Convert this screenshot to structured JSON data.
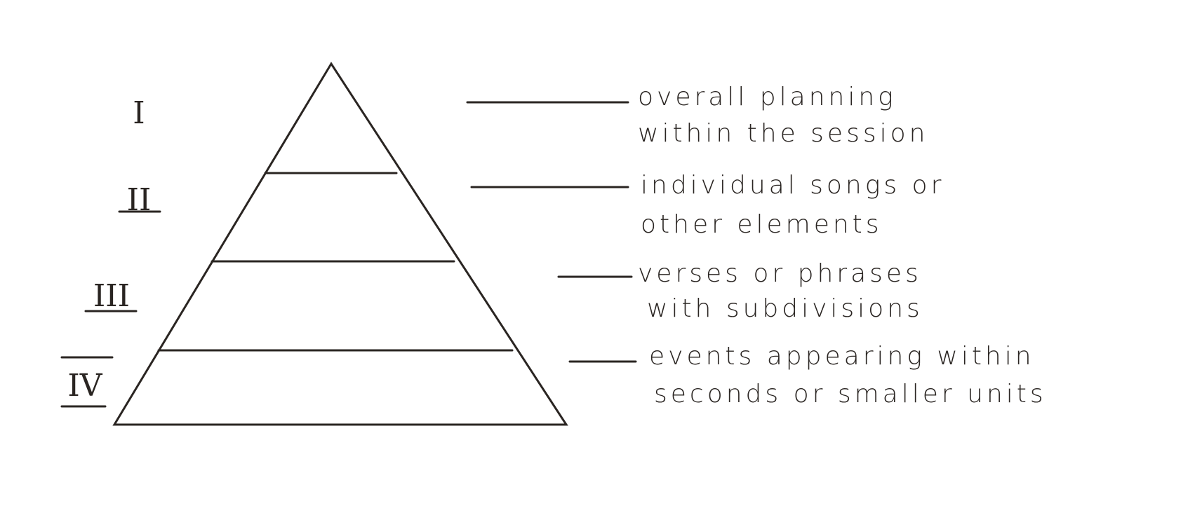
{
  "levels": [
    {
      "numeral": "I",
      "lines": [
        "overall planning",
        "within the session"
      ]
    },
    {
      "numeral": "II",
      "lines": [
        "individual songs or",
        "other elements"
      ]
    },
    {
      "numeral": "III",
      "lines": [
        "verses or phrases",
        "with subdivisions"
      ]
    },
    {
      "numeral": "IV",
      "lines": [
        "events appearing within",
        "seconds or smaller units"
      ]
    }
  ],
  "colors": {
    "ink": "#2a2522",
    "paper": "#ffffff"
  }
}
